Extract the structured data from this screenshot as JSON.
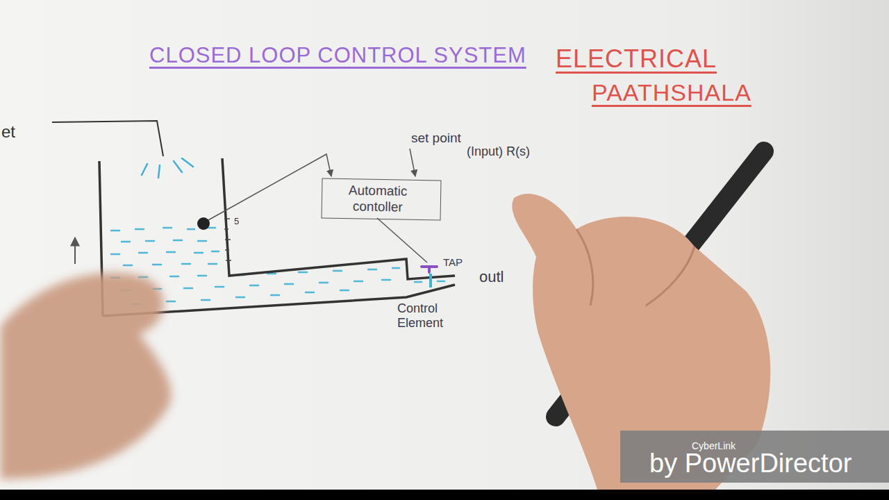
{
  "diagram": {
    "title": "CLOSED LOOP CONTROL SYSTEM",
    "nodes": [
      {
        "text": [
          "Automatic contoller"
        ]
      }
    ],
    "labels": [
      "ELECTRICAL",
      "PAATHSHALA",
      "et",
      "5",
      "set point",
      "(Input) R(s)",
      "TAP",
      "outl",
      "Control Element",
      "CyberLink",
      "by PowerDirector"
    ]
  }
}
